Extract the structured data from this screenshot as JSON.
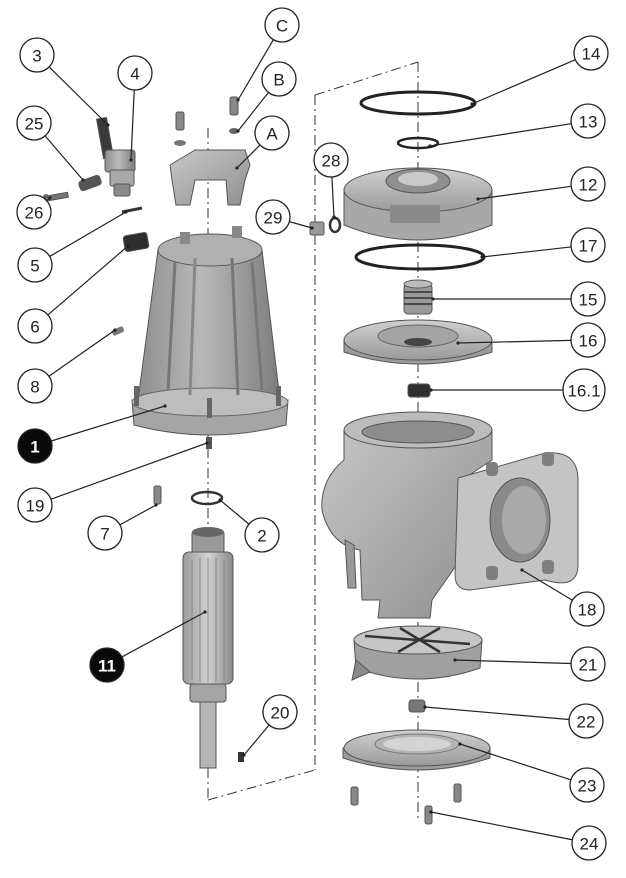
{
  "diagram": {
    "callouts": [
      {
        "id": "c3",
        "label": "3",
        "dark": false
      },
      {
        "id": "c4",
        "label": "4",
        "dark": false
      },
      {
        "id": "cC",
        "label": "C",
        "dark": false
      },
      {
        "id": "cB",
        "label": "B",
        "dark": false
      },
      {
        "id": "cA",
        "label": "A",
        "dark": false
      },
      {
        "id": "c25",
        "label": "25",
        "dark": false
      },
      {
        "id": "c26",
        "label": "26",
        "dark": false
      },
      {
        "id": "c5",
        "label": "5",
        "dark": false
      },
      {
        "id": "c6",
        "label": "6",
        "dark": false
      },
      {
        "id": "c8",
        "label": "8",
        "dark": false
      },
      {
        "id": "c1",
        "label": "1",
        "dark": true
      },
      {
        "id": "c19",
        "label": "19",
        "dark": false
      },
      {
        "id": "c7",
        "label": "7",
        "dark": false
      },
      {
        "id": "c2",
        "label": "2",
        "dark": false
      },
      {
        "id": "c11",
        "label": "11",
        "dark": true
      },
      {
        "id": "c20",
        "label": "20",
        "dark": false
      },
      {
        "id": "c14",
        "label": "14",
        "dark": false
      },
      {
        "id": "c13",
        "label": "13",
        "dark": false
      },
      {
        "id": "c28",
        "label": "28",
        "dark": false
      },
      {
        "id": "c12",
        "label": "12",
        "dark": false
      },
      {
        "id": "c29",
        "label": "29",
        "dark": false
      },
      {
        "id": "c17",
        "label": "17",
        "dark": false
      },
      {
        "id": "c15",
        "label": "15",
        "dark": false
      },
      {
        "id": "c16",
        "label": "16",
        "dark": false
      },
      {
        "id": "c161",
        "label": "16.1",
        "dark": false
      },
      {
        "id": "c18",
        "label": "18",
        "dark": false
      },
      {
        "id": "c21",
        "label": "21",
        "dark": false
      },
      {
        "id": "c22",
        "label": "22",
        "dark": false
      },
      {
        "id": "c23",
        "label": "23",
        "dark": false
      },
      {
        "id": "c24",
        "label": "24",
        "dark": false
      }
    ]
  }
}
